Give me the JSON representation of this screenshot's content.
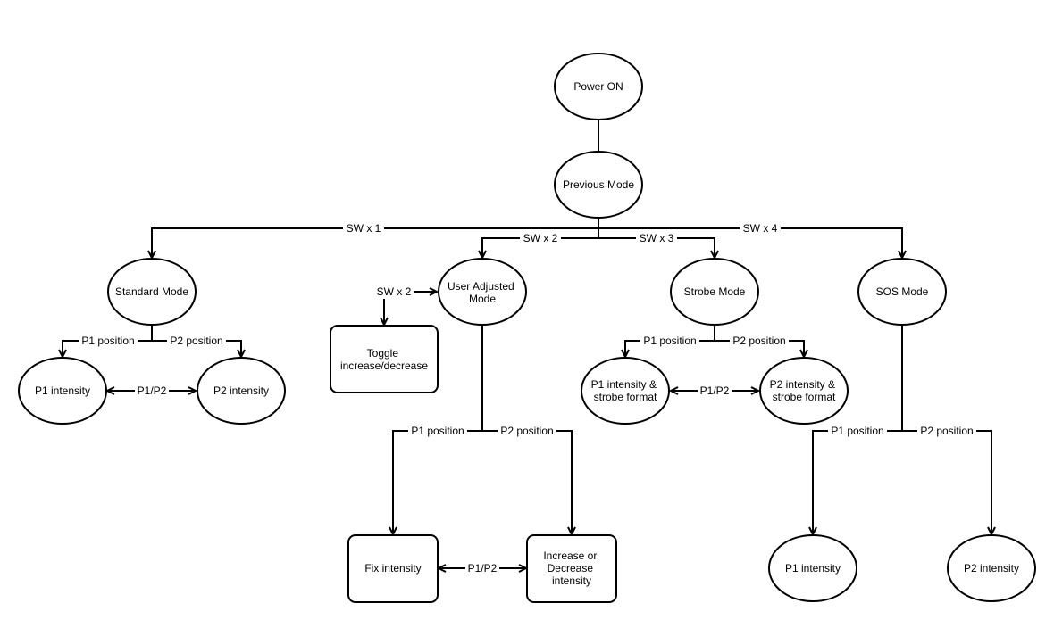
{
  "nodes": {
    "power_on": "Power ON",
    "previous_mode": "Previous Mode",
    "standard_mode": "Standard Mode",
    "user_adjusted_mode": [
      "User Adjusted",
      "Mode"
    ],
    "strobe_mode": "Strobe Mode",
    "sos_mode": "SOS Mode",
    "std_p1_intensity": "P1 intensity",
    "std_p2_intensity": "P2 intensity",
    "toggle": [
      "Toggle",
      "increase/decrease"
    ],
    "fix_intensity": "Fix intensity",
    "increase_decrease": [
      "Increase or",
      "Decrease",
      "intensity"
    ],
    "strobe_p1": [
      "P1 intensity &",
      "strobe format"
    ],
    "strobe_p2": [
      "P2 intensity &",
      "strobe format"
    ],
    "sos_p1_intensity": "P1 intensity",
    "sos_p2_intensity": "P2 intensity"
  },
  "edge_labels": {
    "sw_x1": "SW x 1",
    "sw_x2": "SW x 2",
    "sw_x3": "SW x 3",
    "sw_x4": "SW x 4",
    "sw_x2_loop": "SW x 2",
    "p1_position": "P1 position",
    "p2_position": "P2 position",
    "p1_p2": "P1/P2"
  }
}
